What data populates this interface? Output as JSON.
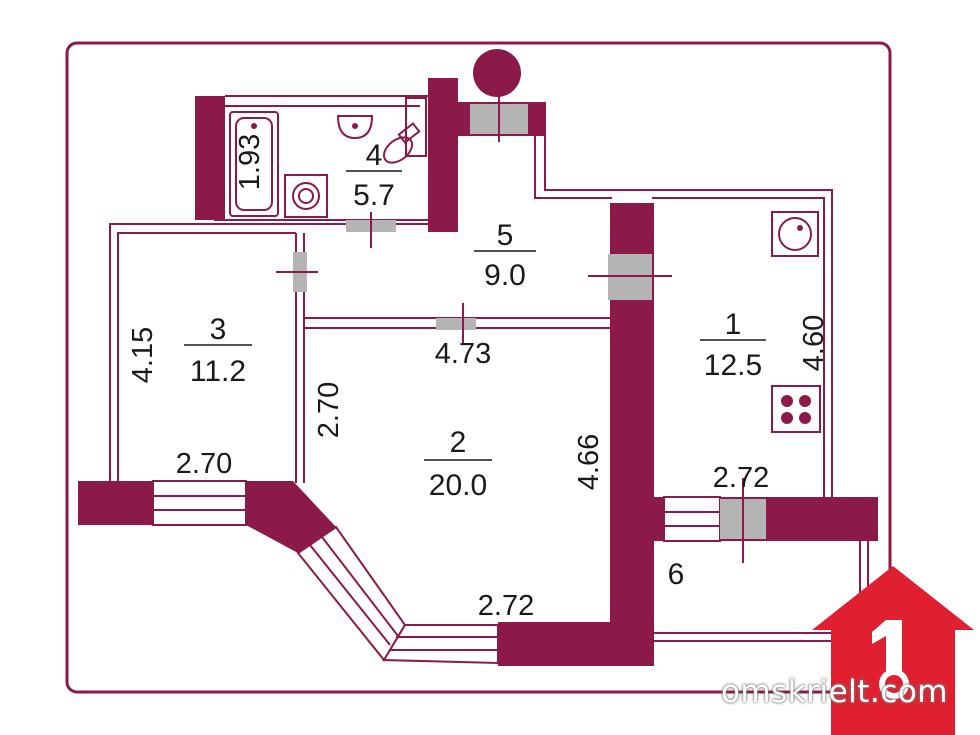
{
  "colors": {
    "wall": "#8b1a4a",
    "line": "#8b1a4a",
    "door_gray": "#b4b4b4",
    "logo_red": "#e02030"
  },
  "rooms": [
    {
      "number": "1",
      "area": "12.5"
    },
    {
      "number": "2",
      "area": "20.0"
    },
    {
      "number": "3",
      "area": "11.2"
    },
    {
      "number": "4",
      "area": "5.7"
    },
    {
      "number": "5",
      "area": "9.0"
    },
    {
      "number": "6"
    }
  ],
  "dimensions": [
    "1.93",
    "4.15",
    "2.70",
    "2.70",
    "4.73",
    "4.66",
    "2.72",
    "2.72",
    "4.60"
  ],
  "watermark": {
    "site": "omskrielt.com"
  },
  "icons": [
    "bathtub-icon",
    "washing-machine-icon",
    "sink-icon",
    "toilet-icon",
    "kitchen-sink-icon",
    "stove-icon",
    "logo-house-icon"
  ]
}
